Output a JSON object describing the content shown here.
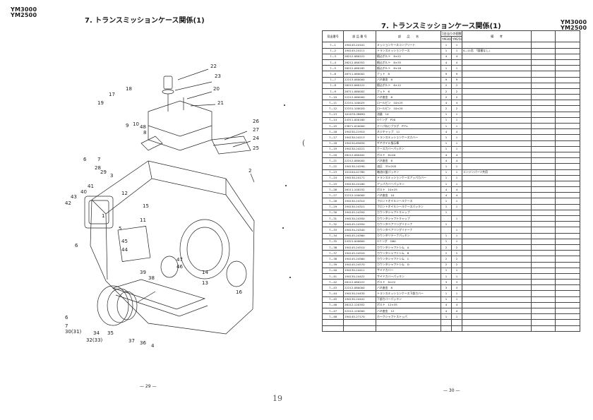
{
  "models": [
    "YM3000",
    "YM2500"
  ],
  "left_page": {
    "title": "7. トランスミッションケース関係(1)",
    "page_number": "— 29 —",
    "callouts": [
      "22",
      "23",
      "20",
      "21",
      "18",
      "17",
      "19",
      "26",
      "27",
      "24",
      "25",
      "9",
      "10",
      "48",
      "8",
      "7",
      "28",
      "29",
      "3",
      "6",
      "2",
      "41",
      "12",
      "40",
      "43",
      "42",
      "1",
      "5",
      "15",
      "11",
      "45",
      "44",
      "6",
      "47",
      "46",
      "14",
      "13",
      "16",
      "39",
      "38",
      "6",
      "7",
      "30(31)",
      "34",
      "35",
      "32(33)",
      "37",
      "36",
      "4"
    ]
  },
  "right_page": {
    "title": "7. トランスミッションケース関係(1)",
    "page_number": "— 30 —",
    "header": {
      "ref": "見出番号",
      "part_no": "部 品 番 号",
      "name": "部　　品　　名",
      "qty_group": "1台当りの個数",
      "qty_a": "YM3000",
      "qty_b": "YM2500",
      "remarks": "備　　考"
    },
    "rows": [
      {
        "ref": "7—1",
        "part_no": "194145-24101",
        "name": "ミッションケースコンプリート",
        "qa": "1",
        "qb": "1",
        "remark": ""
      },
      {
        "ref": "7—2",
        "part_no": "194145-24111",
        "name": "トランスミッションケース",
        "qa": "1",
        "qb": "1",
        "remark": "Ⅱ—11迄　「図番なし」"
      },
      {
        "ref": "7—3",
        "part_no": "26212-080222",
        "name": "植込ボルト　8×22",
        "qa": "4",
        "qb": "4",
        "remark": ""
      },
      {
        "ref": "7—4",
        "part_no": "26212-080352",
        "name": "植込ボルト　8×35",
        "qa": "4",
        "qb": "4",
        "remark": ""
      },
      {
        "ref": "7—5",
        "part_no": "26212-080182",
        "name": "植込ボルト　8×18",
        "qa": "1",
        "qb": "1",
        "remark": ""
      },
      {
        "ref": "7—6",
        "part_no": "26711-080002",
        "name": "ナット　8",
        "qa": "9",
        "qb": "9",
        "remark": ""
      },
      {
        "ref": "7—7",
        "part_no": "22213-080000",
        "name": "バネ座金　8",
        "qa": "9",
        "qb": "9",
        "remark": ""
      },
      {
        "ref": "7—8",
        "part_no": "26212-060122",
        "name": "植込ボルト　6×12",
        "qa": "2",
        "qb": "2",
        "remark": ""
      },
      {
        "ref": "7—9",
        "part_no": "26711-060002",
        "name": "ナット　6",
        "qa": "2",
        "qb": "2",
        "remark": ""
      },
      {
        "ref": "7—10",
        "part_no": "22212-060000",
        "name": "バネ座金　6",
        "qa": "2",
        "qb": "2",
        "remark": ""
      },
      {
        "ref": "7—11",
        "part_no": "22251-100025",
        "name": "ロールピン　10×25",
        "qa": "4",
        "qb": "4",
        "remark": ""
      },
      {
        "ref": "7—12",
        "part_no": "22251-100020",
        "name": "ロールピン　10×20",
        "qa": "2",
        "qb": "2",
        "remark": ""
      },
      {
        "ref": "7—13",
        "part_no": "1A1070-28690",
        "name": "油量　14",
        "qa": "1",
        "qb": "1",
        "remark": ""
      },
      {
        "ref": "7—14",
        "part_no": "24311-000160",
        "name": "Oリング　P16",
        "qa": "1",
        "qb": "1",
        "remark": ""
      },
      {
        "ref": "7—15",
        "part_no": "23871-020000",
        "name": "テーパねじプラグ　PT¾",
        "qa": "1",
        "qb": "1",
        "remark": ""
      },
      {
        "ref": "7—16",
        "part_no": "194150-21910",
        "name": "ネジキャップ　11",
        "qa": "4",
        "qb": "4",
        "remark": ""
      },
      {
        "ref": "7—17",
        "part_no": "194130-24213",
        "name": "トランスミッションケースカバー",
        "qa": "1",
        "qb": "1",
        "remark": ""
      },
      {
        "ref": "7—18",
        "part_no": "194150-65630",
        "name": "ギヤオイル指示棒",
        "qa": "1",
        "qb": "1",
        "remark": ""
      },
      {
        "ref": "7—19",
        "part_no": "194130-24221",
        "name": "ケースカバーパッキン",
        "qa": "1",
        "qb": "1",
        "remark": ""
      },
      {
        "ref": "7—20",
        "part_no": "26112-080402",
        "name": "ボルト　8×40",
        "qa": "4",
        "qb": "4",
        "remark": ""
      },
      {
        "ref": "7—21",
        "part_no": "22212-080000",
        "name": "バネ座金　8",
        "qa": "4",
        "qb": "4",
        "remark": ""
      },
      {
        "ref": "7—22",
        "part_no": "194130-24290",
        "name": "油圧　33×205",
        "qa": "1",
        "qb": "1",
        "remark": ""
      },
      {
        "ref": "7—23",
        "part_no": "101104-01780",
        "name": "箱油口盖パッキン",
        "qa": "1",
        "qb": "1",
        "remark": "エンジンパーツ共用"
      },
      {
        "ref": "7—24",
        "part_no": "194130-24171",
        "name": "トランスミッションケースアッパカバー",
        "qa": "1",
        "qb": "1",
        "remark": ""
      },
      {
        "ref": "7—25",
        "part_no": "194130-24180",
        "name": "アッパカバーパッキン",
        "qa": "1",
        "qb": "1",
        "remark": ""
      },
      {
        "ref": "7—26",
        "part_no": "26111-100252",
        "name": "ボルト　10×25",
        "qa": "4",
        "qb": "4",
        "remark": ""
      },
      {
        "ref": "7—27",
        "part_no": "22212-100000",
        "name": "バネ座金　10",
        "qa": "4",
        "qb": "4",
        "remark": ""
      },
      {
        "ref": "7—28",
        "part_no": "194130-24310",
        "name": "フロントオイルシールケース",
        "qa": "1",
        "qb": "1",
        "remark": ""
      },
      {
        "ref": "7—29",
        "part_no": "194130-24321",
        "name": "フロントオイルシールケースパッキン",
        "qa": "1",
        "qb": "1",
        "remark": ""
      },
      {
        "ref": "7—30",
        "part_no": "194145-24350",
        "name": "カウンタシャフトキャップ",
        "qa": "1",
        "qb": "",
        "remark": ""
      },
      {
        "ref": "7—31",
        "part_no": "194130-24350",
        "name": "カウンタシャフトキャップ",
        "qa": "",
        "qb": "1",
        "remark": ""
      },
      {
        "ref": "7—32",
        "part_no": "194145-24350",
        "name": "カウンタベアリングリテーナ",
        "qa": "1",
        "qb": "",
        "remark": ""
      },
      {
        "ref": "7—33",
        "part_no": "194134-24340",
        "name": "カウンタベアリングリテーナ",
        "qa": "",
        "qb": "1",
        "remark": ""
      },
      {
        "ref": "7—34",
        "part_no": "194145-24360",
        "name": "カウンタリテーナパッキン",
        "qa": "1",
        "qb": "1",
        "remark": ""
      },
      {
        "ref": "7—35",
        "part_no": "24321-000600",
        "name": "Oリング　G60",
        "qa": "1",
        "qb": "1",
        "remark": ""
      },
      {
        "ref": "7—36",
        "part_no": "194145-24510",
        "name": "カウンタシャフトシム　A",
        "qa": "2",
        "qb": "2",
        "remark": ""
      },
      {
        "ref": "7—37",
        "part_no": "194145-24520",
        "name": "カウンタシャフトシム　B",
        "qa": "2",
        "qb": "2",
        "remark": ""
      },
      {
        "ref": "7—38",
        "part_no": "194145-24560",
        "name": "カウンタシャフトシム　C",
        "qa": "2",
        "qb": "2",
        "remark": ""
      },
      {
        "ref": "7—39",
        "part_no": "194145-24570",
        "name": "カウンタシャフトシム　D",
        "qa": "2",
        "qb": "2",
        "remark": ""
      },
      {
        "ref": "7—40",
        "part_no": "194130-24411",
        "name": "サイドカバー",
        "qa": "1",
        "qb": "1",
        "remark": ""
      },
      {
        "ref": "7—41",
        "part_no": "194130-24422",
        "name": "サイドカバーパッキン",
        "qa": "1",
        "qb": "1",
        "remark": ""
      },
      {
        "ref": "7—42",
        "part_no": "26112-080222",
        "name": "ボルト　8×22",
        "qa": "3",
        "qb": "3",
        "remark": ""
      },
      {
        "ref": "7—43",
        "part_no": "22212-080000",
        "name": "バネ座金　8",
        "qa": "3",
        "qb": "3",
        "remark": ""
      },
      {
        "ref": "7—44",
        "part_no": "194130-24430",
        "name": "トランスミッションケース下部カバー",
        "qa": "1",
        "qb": "1",
        "remark": ""
      },
      {
        "ref": "7—45",
        "part_no": "194130-24441",
        "name": "下部カバーパッキン",
        "qa": "1",
        "qb": "1",
        "remark": ""
      },
      {
        "ref": "7—46",
        "part_no": "26112-120352",
        "name": "ボルト　12×35",
        "qa": "4",
        "qb": "4",
        "remark": ""
      },
      {
        "ref": "7—47",
        "part_no": "22212-120000",
        "name": "バネ座金　12",
        "qa": "4",
        "qb": "4",
        "remark": ""
      },
      {
        "ref": "7—48",
        "part_no": "194145-27170",
        "name": "ホークシャフトストッパ",
        "qa": "1",
        "qb": "1",
        "remark": ""
      }
    ]
  },
  "stray_marks": [
    "(",
    "19"
  ]
}
